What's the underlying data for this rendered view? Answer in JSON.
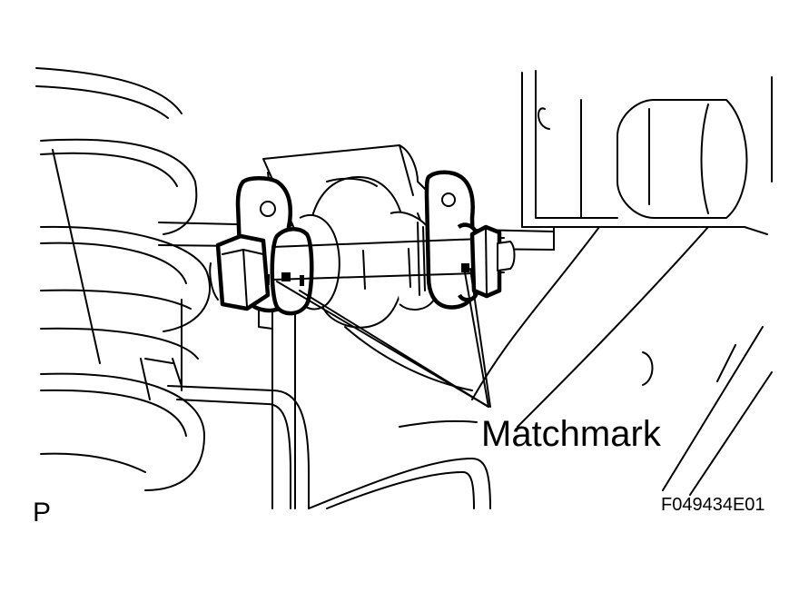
{
  "labels": {
    "callout": "Matchmark",
    "view": "P",
    "figure_id": "F049434E01"
  }
}
